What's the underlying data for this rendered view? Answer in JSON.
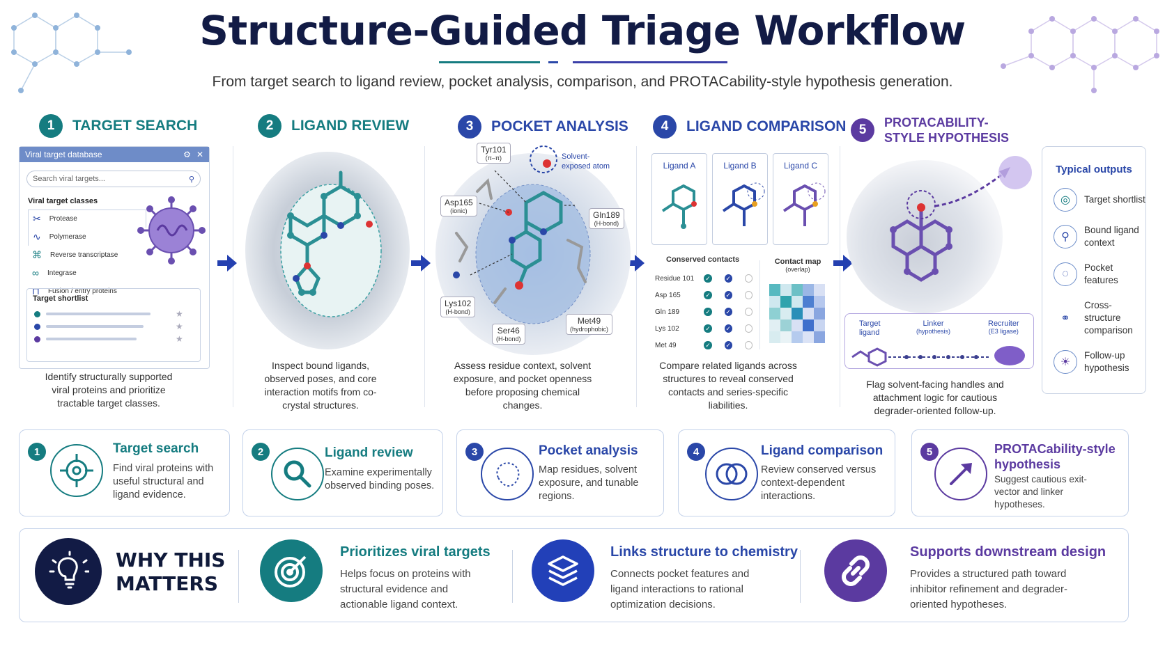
{
  "header": {
    "title": "Structure-Guided Triage Workflow",
    "subtitle": "From target search to ligand review, pocket analysis, comparison, and PROTACability-style hypothesis generation."
  },
  "steps": [
    {
      "num": "1",
      "title": "TARGET SEARCH",
      "caption": "Identify structurally supported viral proteins and prioritize tractable target classes."
    },
    {
      "num": "2",
      "title": "LIGAND REVIEW",
      "caption": "Inspect bound ligands, observed poses, and core interaction motifs from co-crystal structures."
    },
    {
      "num": "3",
      "title": "POCKET ANALYSIS",
      "caption": "Assess residue context, solvent exposure, and pocket openness before proposing chemical changes."
    },
    {
      "num": "4",
      "title": "LIGAND COMPARISON",
      "caption": "Compare related ligands across structures to reveal conserved contacts and series-specific liabilities."
    },
    {
      "num": "5",
      "title": "PROTACABILITY-STYLE HYPOTHESIS",
      "caption": "Flag solvent-facing handles and attachment logic for cautious degrader-oriented follow-up."
    }
  ],
  "database": {
    "header": "Viral target database",
    "search_placeholder": "Search viral targets...",
    "classes_title": "Viral target classes",
    "classes": [
      "Protease",
      "Polymerase",
      "Reverse transcriptase",
      "Integrase",
      "Fusion / entry proteins"
    ],
    "shortlist_title": "Target shortlist"
  },
  "pocket": {
    "labels": {
      "tyr": "Tyr101",
      "tyr_sub": "(π–π)",
      "asp": "Asp165",
      "asp_sub": "(ionic)",
      "gln": "Gln189",
      "gln_sub": "(H-bond)",
      "lys": "Lys102",
      "lys_sub": "(H-bond)",
      "ser": "Ser46",
      "ser_sub": "(H-bond)",
      "met": "Met49",
      "met_sub": "(hydrophobic)",
      "solvent": "Solvent-exposed atom"
    }
  },
  "comparison": {
    "ligands": [
      "Ligand A",
      "Ligand B",
      "Ligand C"
    ],
    "contacts_title": "Conserved contacts",
    "contact_rows": [
      "Residue 101",
      "Asp 165",
      "Gln 189",
      "Lys 102",
      "Met 49"
    ],
    "map_title": "Contact map",
    "map_sub": "(overlap)"
  },
  "hypothesis": {
    "target": "Target ligand",
    "linker": "Linker",
    "linker_sub": "(hypothesis)",
    "recruiter": "Recruiter",
    "recruiter_sub": "(E3 ligase)"
  },
  "outputs": {
    "title": "Typical outputs",
    "items": [
      "Target shortlist",
      "Bound ligand context",
      "Pocket features",
      "Cross-structure comparison",
      "Follow-up hypothesis"
    ]
  },
  "cards": [
    {
      "num": "1",
      "title": "Target search",
      "text": "Find viral proteins with useful structural and ligand evidence."
    },
    {
      "num": "2",
      "title": "Ligand review",
      "text": "Examine experimentally observed binding poses."
    },
    {
      "num": "3",
      "title": "Pocket analysis",
      "text": "Map residues, solvent exposure, and tunable regions."
    },
    {
      "num": "4",
      "title": "Ligand comparison",
      "text": "Review conserved versus context-dependent interactions."
    },
    {
      "num": "5",
      "title": "PROTACability-style hypothesis",
      "text": "Suggest cautious exit-vector and linker hypotheses."
    }
  ],
  "why": {
    "title_line1": "WHY THIS",
    "title_line2": "MATTERS",
    "items": [
      {
        "title": "Prioritizes viral targets",
        "text": "Helps focus on proteins with structural evidence and actionable ligand context."
      },
      {
        "title": "Links structure to chemistry",
        "text": "Connects pocket features and ligand interactions to rational optimization decisions."
      },
      {
        "title": "Supports downstream design",
        "text": "Provides a structured path toward inhibitor refinement and degrader-oriented hypotheses."
      }
    ]
  },
  "colors": {
    "teal": "#157c80",
    "blue": "#2a47a8",
    "purple": "#5b3aa0",
    "navy": "#121b45"
  }
}
